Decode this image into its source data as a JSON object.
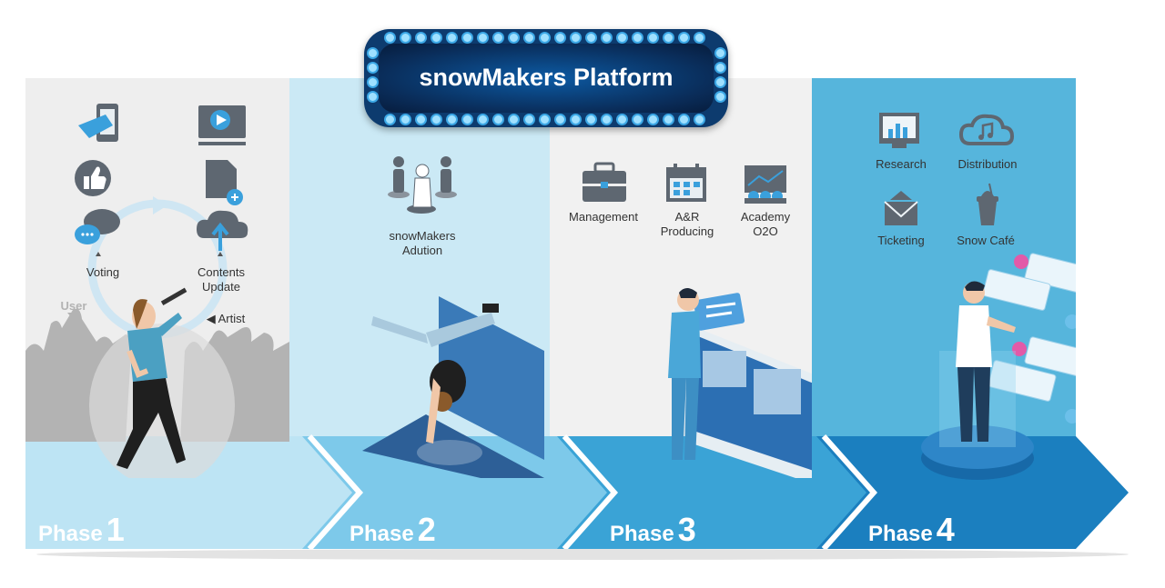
{
  "title": "snowMakers Platform",
  "phases": [
    {
      "word": "Phase",
      "num": "1"
    },
    {
      "word": "Phase",
      "num": "2"
    },
    {
      "word": "Phase",
      "num": "3"
    },
    {
      "word": "Phase",
      "num": "4"
    }
  ],
  "phase1": {
    "voting": "Voting",
    "contents_update_1": "Contents",
    "contents_update_2": "Update",
    "user": "User",
    "artist": "◀ Artist",
    "icons": [
      "touch-phone-icon",
      "video-player-icon",
      "thumbs-up-icon",
      "add-document-icon",
      "chat-bubble-icon",
      "cloud-upload-icon"
    ]
  },
  "phase2": {
    "audition_1": "snowMakers",
    "audition_2": "Adution",
    "icons": [
      "audition-people-icon"
    ]
  },
  "phase3": {
    "management": "Management",
    "ar_1": "A&R",
    "ar_2": "Producing",
    "academy_1": "Academy",
    "academy_2": "O2O",
    "icons": [
      "briefcase-icon",
      "calendar-icon",
      "classroom-icon"
    ]
  },
  "phase4": {
    "research": "Research",
    "distribution": "Distribution",
    "ticketing": "Ticketing",
    "snow_cafe": "Snow Café",
    "icons": [
      "chart-monitor-icon",
      "cloud-music-icon",
      "envelope-icon",
      "coffee-cup-icon"
    ]
  },
  "colors": {
    "panel1": "#eeeeee",
    "panel2": "#cbe9f5",
    "panel3": "#f1f1f1",
    "panel4": "#56b5dc",
    "arrow1": "#bde4f4",
    "arrow2": "#7dc9ea",
    "arrow3": "#3aa3d6",
    "arrow4": "#1b7fbf",
    "marquee": "#0d3b6e",
    "icon_gray": "#5e6771",
    "accent_blue": "#3aa0dc"
  }
}
